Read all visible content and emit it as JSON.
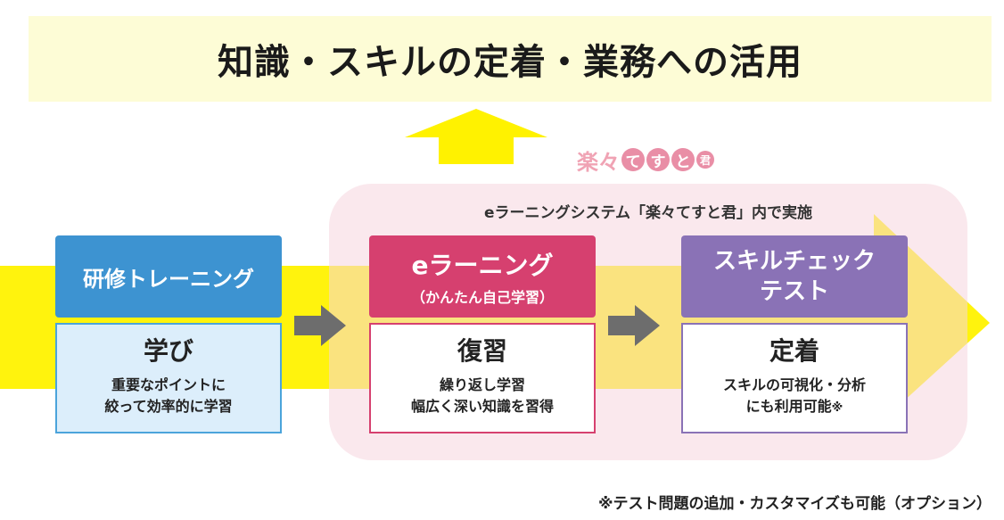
{
  "title": "知識・スキルの定着・業務への活用",
  "logo": {
    "kanji": "楽々",
    "chars": [
      "て",
      "す",
      "と"
    ],
    "last": "君"
  },
  "system_note": "eラーニングシステム「楽々てすと君」内で実施",
  "steps": [
    {
      "head": "研修トレーニング",
      "body_title": "学び",
      "body_lines": [
        "重要なポイントに",
        "絞って効率的に学習"
      ]
    },
    {
      "head": "eラーニング",
      "head_sub": "（かんたん自己学習）",
      "body_title": "復習",
      "body_lines": [
        "繰り返し学習",
        "幅広く深い知識を習得"
      ]
    },
    {
      "head_lines": [
        "スキルチェック",
        "テスト"
      ],
      "body_title": "定着",
      "body_lines": [
        "スキルの可視化・分析",
        "にも利用可能"
      ],
      "note_mark": "※"
    }
  ],
  "footnote": "※テスト問題の追加・カスタマイズも可能（オプション）",
  "colors": {
    "banner": "#fdfcd6",
    "yellow_arrow": "#fff200",
    "training": "#3d93d1",
    "elearning": "#d6406f",
    "skill": "#8a72b6",
    "step_arrow": "#6d6d6d",
    "pink_area": "#f6d6de"
  }
}
